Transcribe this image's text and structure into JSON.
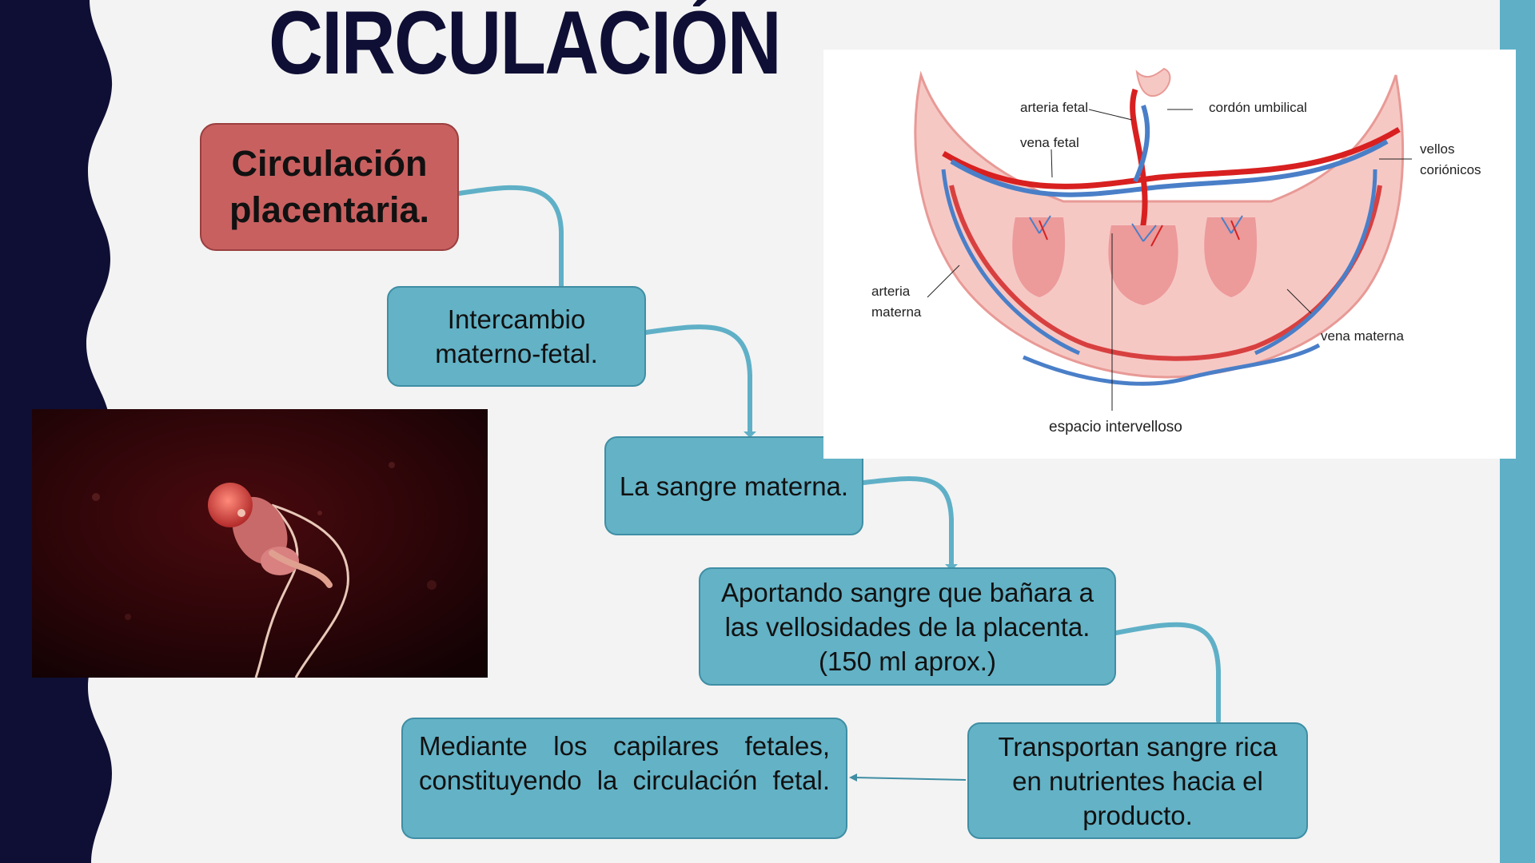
{
  "title": "CIRCULACIÓN",
  "flow": {
    "circulacion_placentaria": "Circulación placentaria.",
    "intercambio": "Intercambio materno-fetal.",
    "sangre_materna": "La sangre materna.",
    "aportando": "Aportando sangre  que bañara a las vellosidades de la placenta. (150 ml aprox.)",
    "transportan": "Transportan sangre rica en nutrientes hacia el producto.",
    "mediante": "Mediante los capilares fetales, constituyendo la circulación fetal."
  },
  "placenta_diagram": {
    "labels": {
      "arteria_fetal": "arteria fetal",
      "cordon_umbilical": "cordón umbilical",
      "vena_fetal": "vena fetal",
      "vellos_coriónicos_1": "vellos",
      "vellos_coriónicos_2": "coriónicos",
      "arteria_materna_1": "arteria",
      "arteria_materna_2": "materna",
      "vena_materna": "vena materna",
      "espacio_intervelloso": "espacio intervelloso"
    }
  },
  "colors": {
    "accent_teal": "#63b2c6",
    "title_box_red": "#c96060",
    "dark_band": "#0f0f35"
  }
}
